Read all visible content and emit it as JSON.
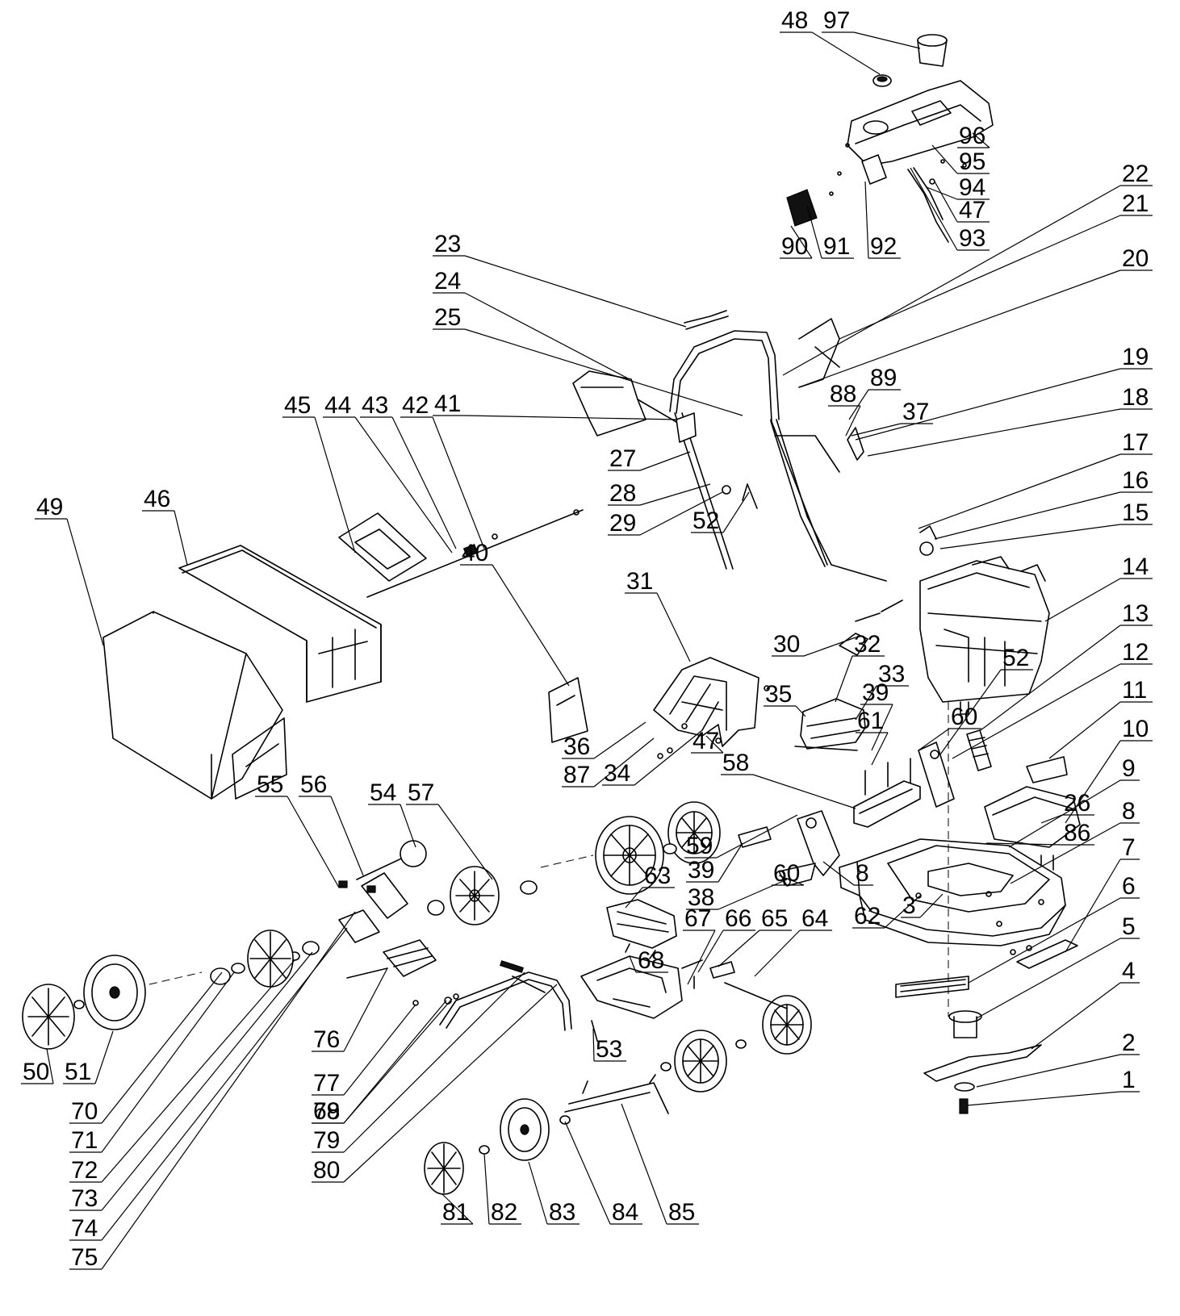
{
  "labels": [
    {
      "id": "1",
      "text": "1"
    },
    {
      "id": "2",
      "text": "2"
    },
    {
      "id": "3",
      "text": "3"
    },
    {
      "id": "4",
      "text": "4"
    },
    {
      "id": "5",
      "text": "5"
    },
    {
      "id": "6",
      "text": "6"
    },
    {
      "id": "7",
      "text": "7"
    },
    {
      "id": "8a",
      "text": "8"
    },
    {
      "id": "8b",
      "text": "8"
    },
    {
      "id": "9",
      "text": "9"
    },
    {
      "id": "10",
      "text": "10"
    },
    {
      "id": "11",
      "text": "11"
    },
    {
      "id": "12",
      "text": "12"
    },
    {
      "id": "13",
      "text": "13"
    },
    {
      "id": "14",
      "text": "14"
    },
    {
      "id": "15",
      "text": "15"
    },
    {
      "id": "16",
      "text": "16"
    },
    {
      "id": "17",
      "text": "17"
    },
    {
      "id": "18",
      "text": "18"
    },
    {
      "id": "19",
      "text": "19"
    },
    {
      "id": "20",
      "text": "20"
    },
    {
      "id": "21",
      "text": "21"
    },
    {
      "id": "22",
      "text": "22"
    },
    {
      "id": "23",
      "text": "23"
    },
    {
      "id": "24",
      "text": "24"
    },
    {
      "id": "25",
      "text": "25"
    },
    {
      "id": "26",
      "text": "26"
    },
    {
      "id": "27",
      "text": "27"
    },
    {
      "id": "28",
      "text": "28"
    },
    {
      "id": "29",
      "text": "29"
    },
    {
      "id": "30",
      "text": "30"
    },
    {
      "id": "31",
      "text": "31"
    },
    {
      "id": "32",
      "text": "32"
    },
    {
      "id": "33",
      "text": "33"
    },
    {
      "id": "34",
      "text": "34"
    },
    {
      "id": "35",
      "text": "35"
    },
    {
      "id": "36",
      "text": "36"
    },
    {
      "id": "37",
      "text": "37"
    },
    {
      "id": "38",
      "text": "38"
    },
    {
      "id": "39a",
      "text": "39"
    },
    {
      "id": "39b",
      "text": "39"
    },
    {
      "id": "40",
      "text": "40"
    },
    {
      "id": "41",
      "text": "41"
    },
    {
      "id": "42",
      "text": "42"
    },
    {
      "id": "43",
      "text": "43"
    },
    {
      "id": "44",
      "text": "44"
    },
    {
      "id": "45",
      "text": "45"
    },
    {
      "id": "46",
      "text": "46"
    },
    {
      "id": "47a",
      "text": "47"
    },
    {
      "id": "47b",
      "text": "47"
    },
    {
      "id": "48",
      "text": "48"
    },
    {
      "id": "49",
      "text": "49"
    },
    {
      "id": "50",
      "text": "50"
    },
    {
      "id": "51",
      "text": "51"
    },
    {
      "id": "52a",
      "text": "52"
    },
    {
      "id": "52b",
      "text": "52"
    },
    {
      "id": "53",
      "text": "53"
    },
    {
      "id": "54",
      "text": "54"
    },
    {
      "id": "55",
      "text": "55"
    },
    {
      "id": "56",
      "text": "56"
    },
    {
      "id": "57",
      "text": "57"
    },
    {
      "id": "58",
      "text": "58"
    },
    {
      "id": "59",
      "text": "59"
    },
    {
      "id": "60a",
      "text": "60"
    },
    {
      "id": "60b",
      "text": "60"
    },
    {
      "id": "61",
      "text": "61"
    },
    {
      "id": "62",
      "text": "62"
    },
    {
      "id": "63",
      "text": "63"
    },
    {
      "id": "64",
      "text": "64"
    },
    {
      "id": "65",
      "text": "65"
    },
    {
      "id": "66",
      "text": "66"
    },
    {
      "id": "67",
      "text": "67"
    },
    {
      "id": "68",
      "text": "68"
    },
    {
      "id": "69",
      "text": "69"
    },
    {
      "id": "70",
      "text": "70"
    },
    {
      "id": "71",
      "text": "71"
    },
    {
      "id": "72",
      "text": "72"
    },
    {
      "id": "73",
      "text": "73"
    },
    {
      "id": "74",
      "text": "74"
    },
    {
      "id": "75",
      "text": "75"
    },
    {
      "id": "76",
      "text": "76"
    },
    {
      "id": "77",
      "text": "77"
    },
    {
      "id": "78",
      "text": "78"
    },
    {
      "id": "79",
      "text": "79"
    },
    {
      "id": "80",
      "text": "80"
    },
    {
      "id": "81",
      "text": "81"
    },
    {
      "id": "82",
      "text": "82"
    },
    {
      "id": "83",
      "text": "83"
    },
    {
      "id": "84",
      "text": "84"
    },
    {
      "id": "85",
      "text": "85"
    },
    {
      "id": "86",
      "text": "86"
    },
    {
      "id": "87",
      "text": "87"
    },
    {
      "id": "88",
      "text": "88"
    },
    {
      "id": "89",
      "text": "89"
    },
    {
      "id": "90",
      "text": "90"
    },
    {
      "id": "91",
      "text": "91"
    },
    {
      "id": "92",
      "text": "92"
    },
    {
      "id": "93",
      "text": "93"
    },
    {
      "id": "94",
      "text": "94"
    },
    {
      "id": "95",
      "text": "95"
    },
    {
      "id": "96",
      "text": "96"
    },
    {
      "id": "97",
      "text": "97"
    }
  ]
}
